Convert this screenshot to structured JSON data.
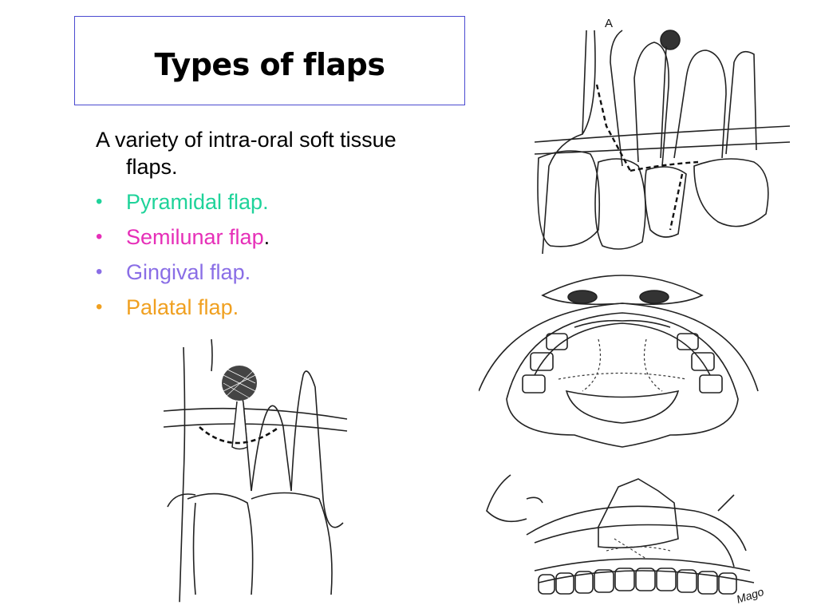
{
  "slide": {
    "title": "Types of flaps",
    "intro_line1": "A variety of intra-oral soft tissue",
    "intro_line2": "flaps.",
    "bullets": [
      {
        "label": "Pyramidal flap.",
        "suffix": "",
        "color": "#1fd39a"
      },
      {
        "label": "Semilunar flap",
        "suffix": ".",
        "color": "#e62fb8"
      },
      {
        "label": "Gingival flap.",
        "suffix": "",
        "color": "#8a6ee6"
      },
      {
        "label": "Palatal flap.",
        "suffix": "",
        "color": "#f0a020"
      }
    ],
    "bullet_glyph": "•"
  },
  "illustrations": {
    "top_right_label": "A",
    "bottom_right_signature": "Mago"
  },
  "colors": {
    "title_border": "#4a4ad0"
  }
}
